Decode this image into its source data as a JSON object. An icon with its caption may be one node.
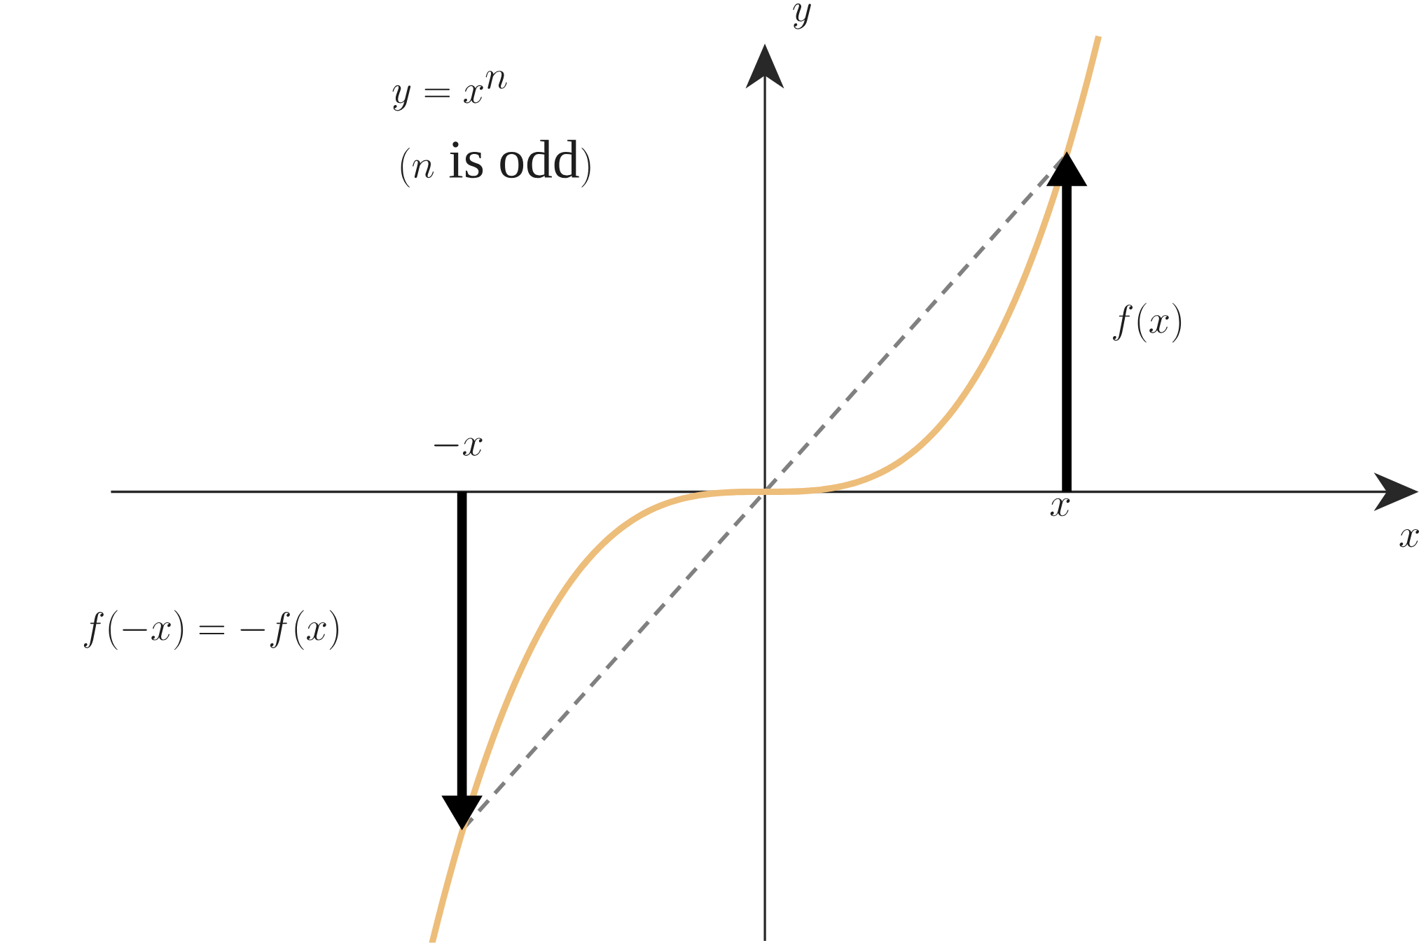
{
  "diagram": {
    "labels": [
      "y",
      "y=x^{n}",
      "(n\\text{ is odd})",
      "f(x)",
      "-x",
      "x",
      "x",
      "f(-x)=-f(x)"
    ]
  }
}
